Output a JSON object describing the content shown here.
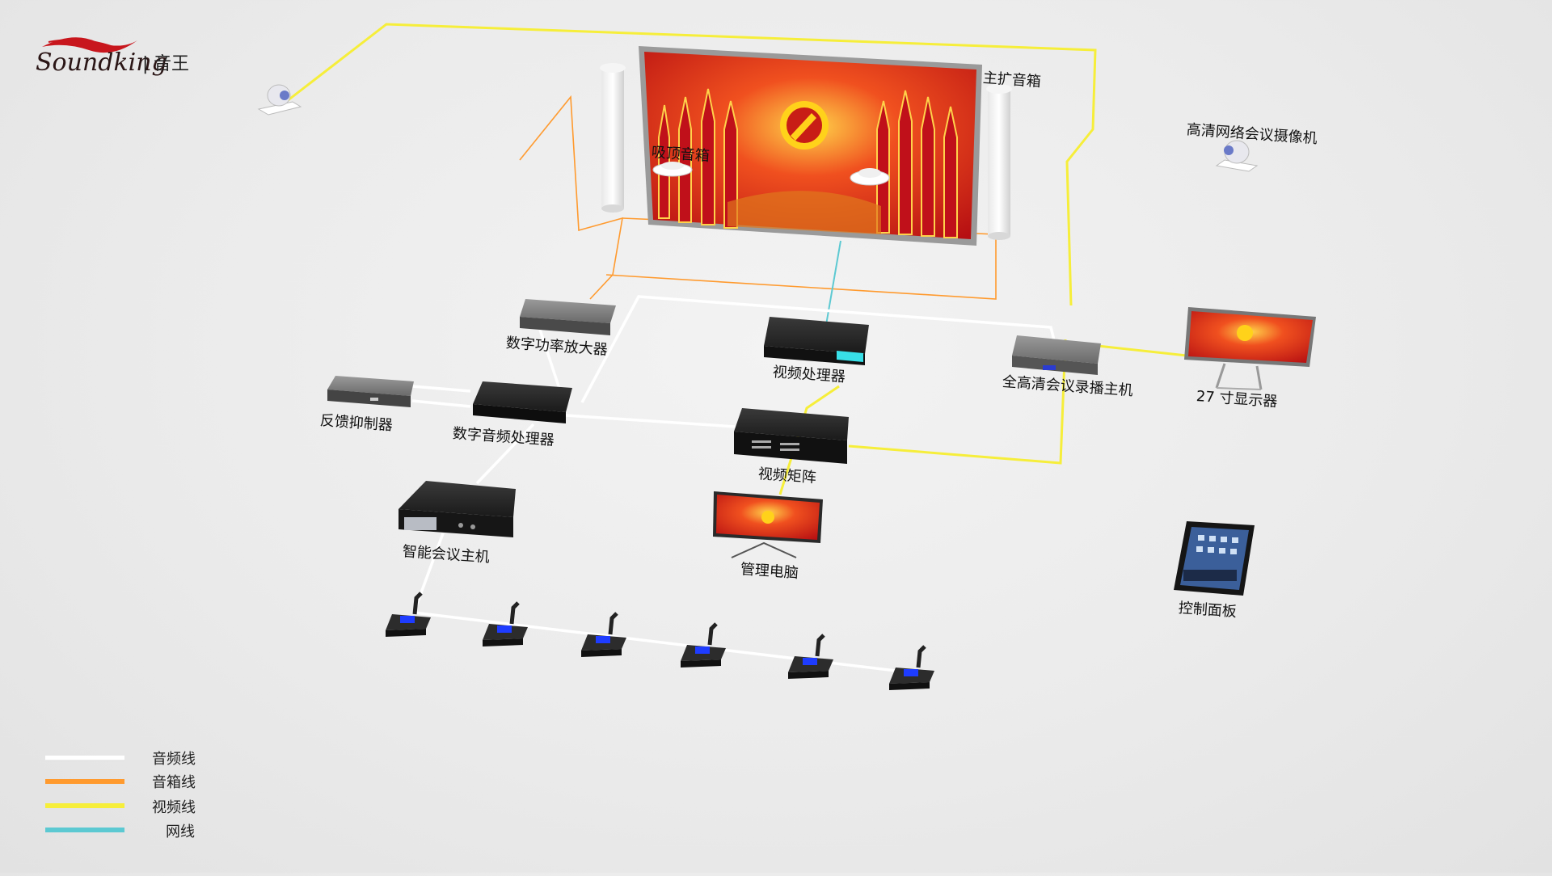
{
  "brand": {
    "name": "Soundking",
    "divider": "|",
    "cn": "音王"
  },
  "labels": {
    "ceiling_speaker": "吸顶音箱",
    "main_speaker": "主扩音箱",
    "hd_camera": "高清网络会议摄像机",
    "amplifier": "数字功率放大器",
    "video_processor": "视频处理器",
    "recorder": "全高清会议录播主机",
    "monitor27": "27 寸显示器",
    "feedback": "反馈抑制器",
    "dsp": "数字音频处理器",
    "video_matrix": "视频矩阵",
    "conference_host": "智能会议主机",
    "pc": "管理电脑",
    "tablet": "控制面板"
  },
  "legend": [
    {
      "label": "音频线",
      "color": "#ffffff"
    },
    {
      "label": "音箱线",
      "color": "#ff9a2e"
    },
    {
      "label": "视频线",
      "color": "#f6ee3a"
    },
    {
      "label": "网线",
      "color": "#5cc9d2"
    }
  ],
  "colors": {
    "audio": "#ffffff",
    "speaker": "#ff9a2e",
    "video": "#f6ee3a",
    "network": "#5cc9d2",
    "screen_red": "#e2241a",
    "device_dark": "#1e1e1e",
    "brand_red": "#c8161d"
  }
}
